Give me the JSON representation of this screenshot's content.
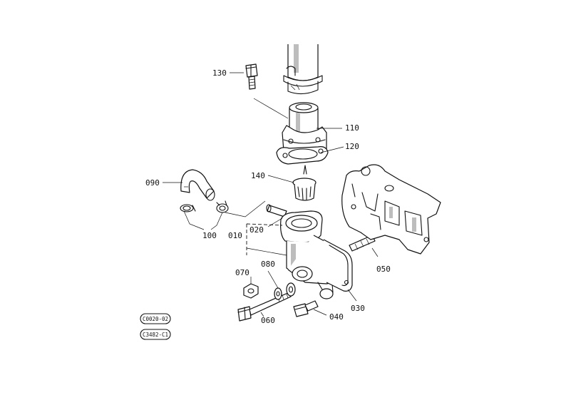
{
  "callouts": [
    {
      "id": "130",
      "text": "130"
    },
    {
      "id": "110",
      "text": "110"
    },
    {
      "id": "120",
      "text": "120"
    },
    {
      "id": "140",
      "text": "140"
    },
    {
      "id": "090",
      "text": "090"
    },
    {
      "id": "100",
      "text": "100"
    },
    {
      "id": "020",
      "text": "020"
    },
    {
      "id": "010",
      "text": "010"
    },
    {
      "id": "070",
      "text": "070"
    },
    {
      "id": "080",
      "text": "080"
    },
    {
      "id": "050",
      "text": "050"
    },
    {
      "id": "030",
      "text": "030"
    },
    {
      "id": "060",
      "text": "060"
    },
    {
      "id": "040",
      "text": "040"
    }
  ],
  "badges": [
    {
      "id": "top",
      "text": "C0020-02"
    },
    {
      "id": "bottom",
      "text": "C3482-C1"
    }
  ]
}
